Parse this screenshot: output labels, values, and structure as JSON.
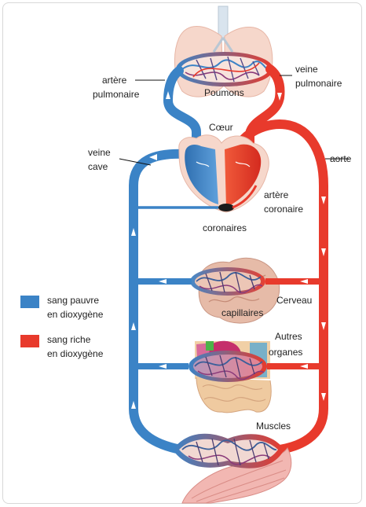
{
  "colors": {
    "deoxygenated": "#3b83c6",
    "oxygenated": "#e83a2c",
    "lung_tissue": "#f4cfc3",
    "brain_tissue": "#e3b4a2",
    "organ_pink": "#e0468a",
    "organ_tan": "#f0c9a2",
    "muscle": "#f3b3b0"
  },
  "labels": {
    "artere_pulmonaire_1": "artère",
    "artere_pulmonaire_2": "pulmonaire",
    "veine_pulmonaire_1": "veine",
    "veine_pulmonaire_2": "pulmonaire",
    "poumons": "Poumons",
    "coeur": "Cœur",
    "veine_cave_1": "veine",
    "veine_cave_2": "cave",
    "aorte": "aorte",
    "artere_coronaire_1": "artère",
    "artere_coronaire_2": "coronaire",
    "coronaires": "coronaires",
    "cerveau": "Cerveau",
    "capillaires": "capillaires",
    "autres_organes_1": "Autres",
    "autres_organes_2": "organes",
    "muscles": "Muscles"
  },
  "legend": {
    "items": [
      {
        "line1": "sang pauvre",
        "line2": "en dioxygène",
        "color": "#3b83c6"
      },
      {
        "line1": "sang riche",
        "line2": "en dioxygène",
        "color": "#e83a2c"
      }
    ]
  }
}
